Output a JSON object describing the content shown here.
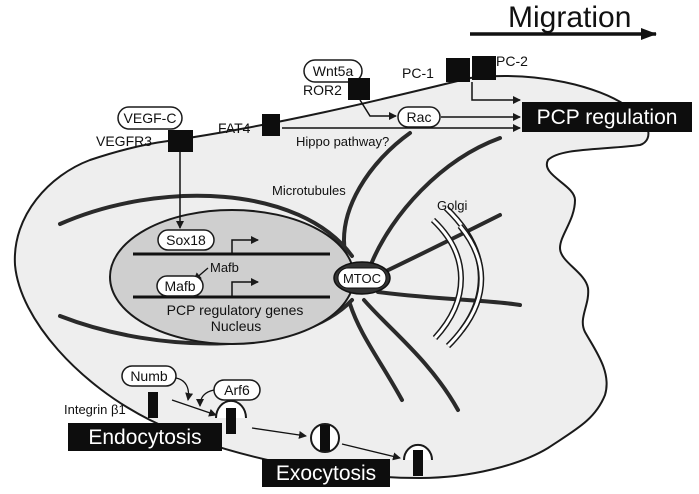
{
  "title": "Migration",
  "labels": {
    "pcp_regulation": "PCP regulation",
    "vegf_c": "VEGF-C",
    "vegfr3": "VEGFR3",
    "fat4": "FAT4",
    "wnt5a": "Wnt5a",
    "ror2": "ROR2",
    "pc1": "PC-1",
    "pc2": "PC-2",
    "rac": "Rac",
    "hippo": "Hippo pathway?",
    "microtubules": "Microtubules",
    "golgi": "Golgi",
    "sox18": "Sox18",
    "mafb_upper": "Mafb",
    "mafb_box": "Mafb",
    "pcp_genes": "PCP regulatory genes",
    "nucleus": "Nucleus",
    "mtoc": "MTOC",
    "numb": "Numb",
    "arf6": "Arf6",
    "integrin": "Integrin β1",
    "endocytosis": "Endocytosis",
    "exocytosis": "Exocytosis"
  },
  "colors": {
    "cell_fill": "#eeeeee",
    "nucleus_fill": "#cfcfcf",
    "box_fill": "#0d0d0d",
    "line": "#1a1a1a"
  }
}
